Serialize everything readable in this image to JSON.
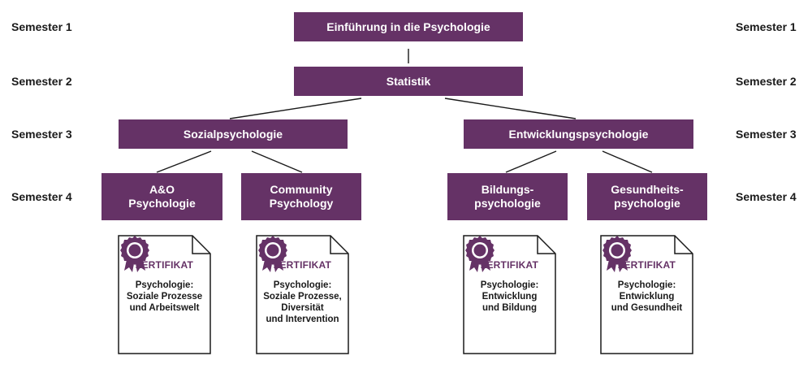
{
  "colors": {
    "accent": "#653266",
    "text": "#1a1a1a",
    "line": "#1a1a1a"
  },
  "semesters": {
    "left": [
      "Semester 1",
      "Semester 2",
      "Semester 3",
      "Semester 4"
    ],
    "right": [
      "Semester 1",
      "Semester 2",
      "Semester 3",
      "Semester 4"
    ]
  },
  "modules": {
    "intro": "Einführung in die Psychologie",
    "statistik": "Statistik",
    "sozial": "Sozialpsychologie",
    "entwicklung": "Entwicklungspsychologie",
    "ao": "A&O\nPsychologie",
    "community": "Community\nPsychology",
    "bildung": "Bildungs-\npsychologie",
    "gesundheit": "Gesundheits-\npsychologie"
  },
  "certificates": [
    {
      "label": "ZERTIFIKAT",
      "text": "Psychologie:\nSoziale Prozesse\nund Arbeitswelt",
      "icon": "award-ribbon-icon"
    },
    {
      "label": "ZERTIFIKAT",
      "text": "Psychologie:\nSoziale Prozesse,\nDiversität\nund Intervention",
      "icon": "award-ribbon-icon"
    },
    {
      "label": "ZERTIFIKAT",
      "text": "Psychologie:\nEntwicklung\nund Bildung",
      "icon": "award-ribbon-icon"
    },
    {
      "label": "ZERTIFIKAT",
      "text": "Psychologie:\nEntwicklung\nund Gesundheit",
      "icon": "award-ribbon-icon"
    }
  ]
}
